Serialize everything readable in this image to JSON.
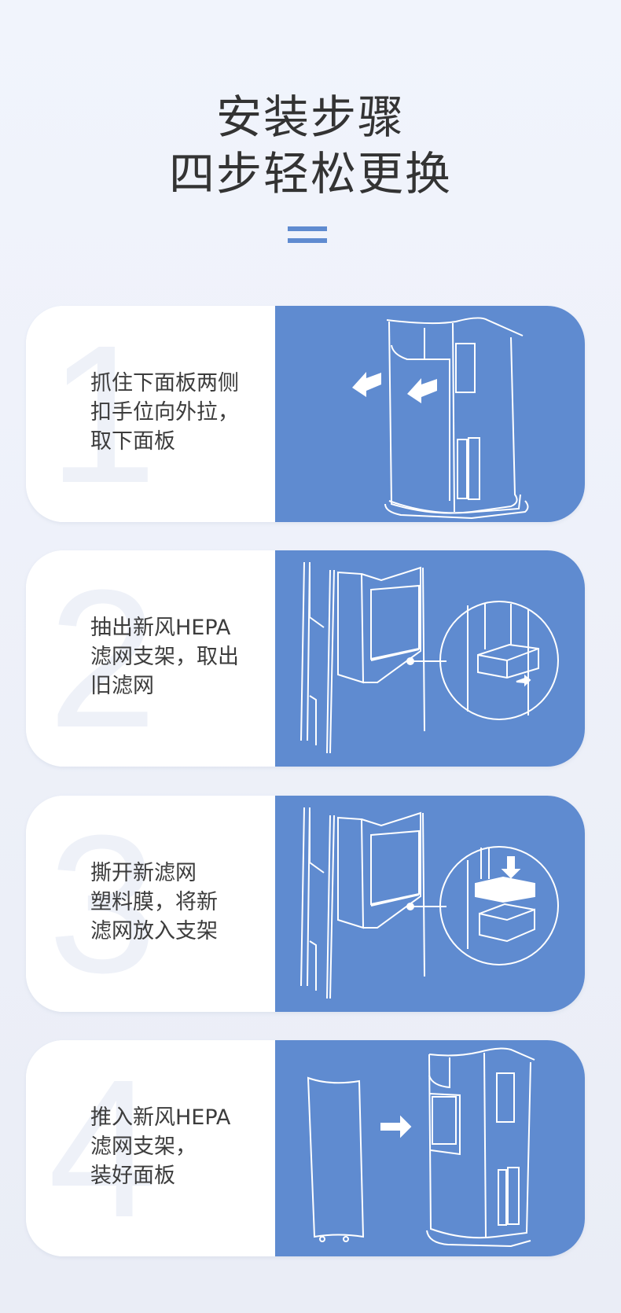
{
  "header": {
    "title_line1": "安装步骤",
    "title_line2": "四步轻松更换",
    "divider_icon": "double-bar-divider"
  },
  "colors": {
    "accent": "#5f8bd0",
    "background": "#eef1f8",
    "card": "#ffffff",
    "text": "#333333"
  },
  "steps": [
    {
      "number": "1",
      "text": "抓住下面板两侧\n扣手位向外拉，\n取下面板",
      "illustration": "remove-front-panel"
    },
    {
      "number": "2",
      "text": "抽出新风HEPA\n滤网支架，取出\n旧滤网",
      "illustration": "pull-out-filter-tray"
    },
    {
      "number": "3",
      "text": "撕开新滤网\n塑料膜，将新\n滤网放入支架",
      "illustration": "insert-new-filter"
    },
    {
      "number": "4",
      "text": "推入新风HEPA\n滤网支架，\n装好面板",
      "illustration": "reinstall-panel"
    }
  ]
}
